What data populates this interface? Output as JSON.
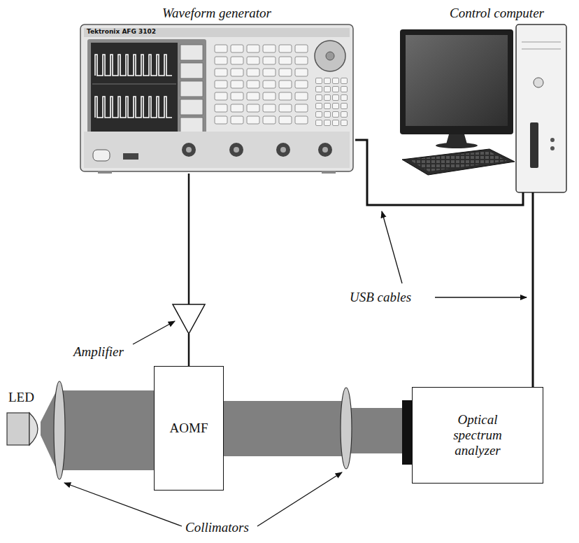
{
  "diagram": {
    "nodes": [
      {
        "text": [
          "Waveform generator"
        ]
      },
      {
        "text": [
          "Control computer"
        ]
      },
      {
        "text": [
          "Amplifier"
        ]
      },
      {
        "text": [
          "LED"
        ]
      },
      {
        "text": [
          "AOMF"
        ]
      },
      {
        "text": [
          "Optical spectrum analyzer"
        ]
      }
    ],
    "edges": [
      {
        "from": 0,
        "to": 1,
        "arrow": "none"
      },
      {
        "from": 0,
        "to": 2,
        "arrow": "none"
      },
      {
        "from": 2,
        "to": 4,
        "arrow": "none"
      },
      {
        "from": 5,
        "to": 1,
        "arrow": "none"
      }
    ],
    "labels": [
      "Tektronix AFG 3102",
      "USB cables",
      "Collimators"
    ]
  }
}
